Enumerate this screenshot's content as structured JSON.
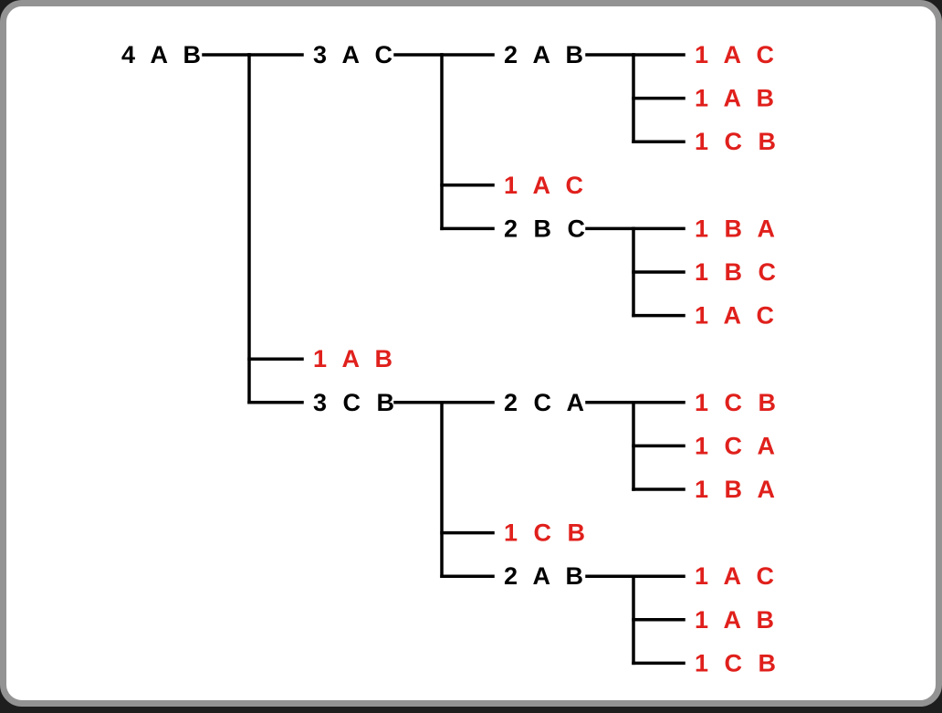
{
  "colors": {
    "internal": "#000000",
    "leaf": "#e0201c",
    "frame": "#939393",
    "background": "#ffffff"
  },
  "tree": {
    "label": "4 A B",
    "children": [
      {
        "label": "3 A C",
        "children": [
          {
            "label": "2 A B",
            "children": [
              {
                "label": "1 A C"
              },
              {
                "label": "1 A B"
              },
              {
                "label": "1 C B"
              }
            ]
          },
          {
            "label": "1 A C"
          },
          {
            "label": "2 B C",
            "children": [
              {
                "label": "1 B A"
              },
              {
                "label": "1 B C"
              },
              {
                "label": "1 A C"
              }
            ]
          }
        ]
      },
      {
        "label": "1 A B"
      },
      {
        "label": "3 C B",
        "children": [
          {
            "label": "2 C A",
            "children": [
              {
                "label": "1 C B"
              },
              {
                "label": "1 C A"
              },
              {
                "label": "1 B A"
              }
            ]
          },
          {
            "label": "1 C B"
          },
          {
            "label": "2 A B",
            "children": [
              {
                "label": "1 A C"
              },
              {
                "label": "1 A B"
              },
              {
                "label": "1 C B"
              }
            ]
          }
        ]
      }
    ]
  }
}
